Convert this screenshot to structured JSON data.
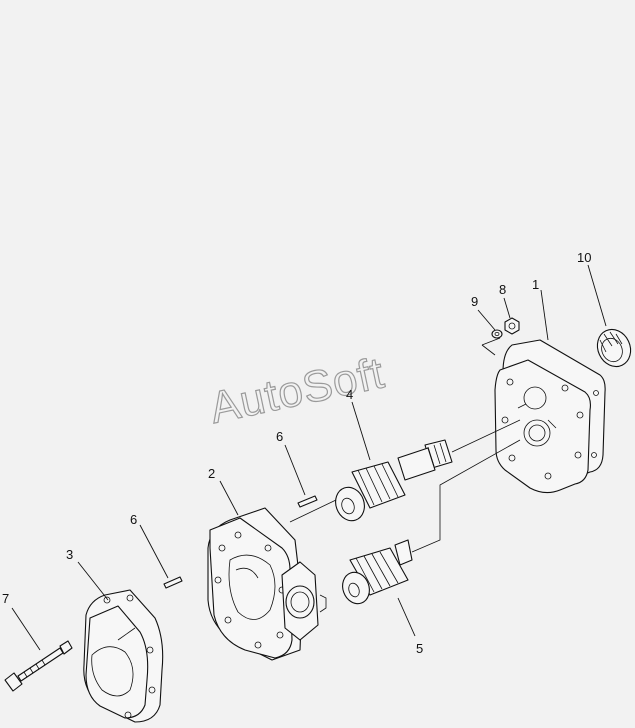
{
  "watermark": "AutoSoft",
  "callouts": [
    "1",
    "2",
    "3",
    "4",
    "5",
    "6",
    "6",
    "7",
    "8",
    "9",
    "10"
  ]
}
